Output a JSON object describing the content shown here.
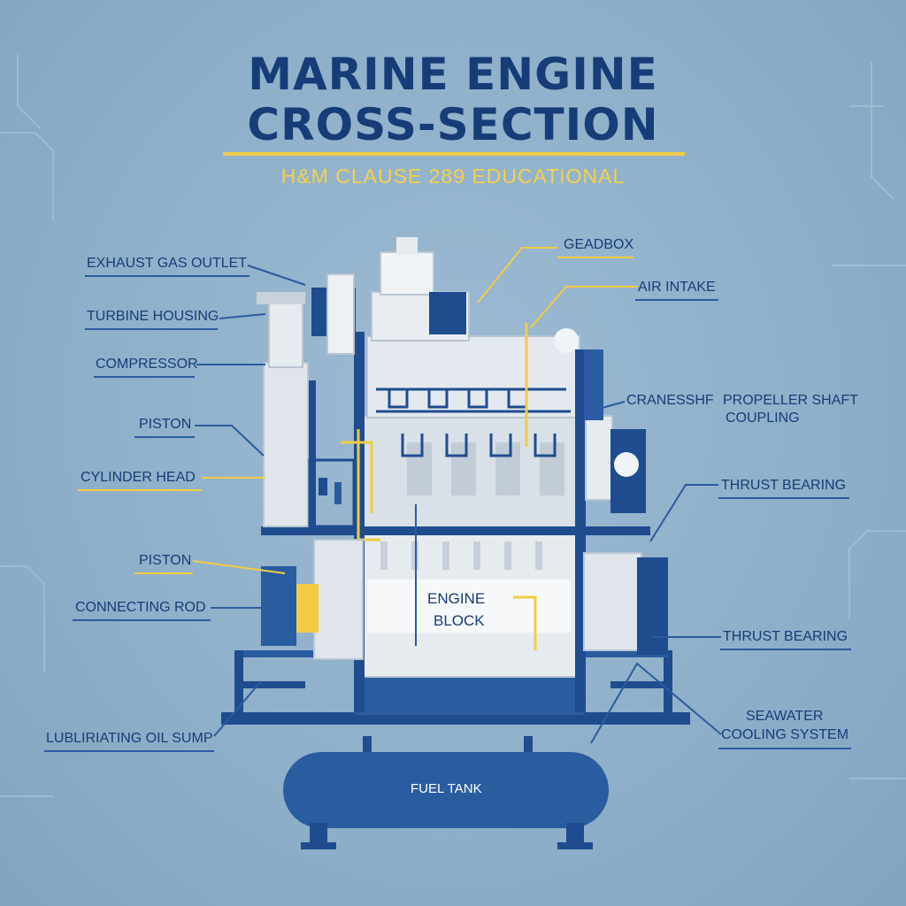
{
  "title": {
    "line1": "MARINE ENGINE",
    "line2": "CROSS-SECTION",
    "subtitle": "H&M CLAUSE 289 EDUCATIONAL"
  },
  "labels": {
    "exhaust_gas_outlet": "EXHAUST GAS OUTLET",
    "turbine_housing": "TURBINE HOUSING",
    "compressor": "COMPRESSOR",
    "piston_upper": "PISTON",
    "cylinder_head": "CYLINDER HEAD",
    "piston_lower": "PISTON",
    "connecting_rod": "CONNECTING ROD",
    "lubricating_oil_sump": "LUBLIRIATING OIL SUMP",
    "gearbox": "GEADBOX",
    "air_intake": "AIR INTAKE",
    "crankshaft": "CRANESSHF",
    "propeller_shaft_coupling_1": "PROPELLER SHAFT",
    "propeller_shaft_coupling_2": "COUPLING",
    "thrust_bearing_upper": "THRUST BEARING",
    "thrust_bearing_lower": "THRUST BEARING",
    "seawater_cooling_1": "SEAWATER",
    "seawater_cooling_2": "COOLING SYSTEM",
    "engine_block_1": "ENGINE",
    "engine_block_2": "BLOCK",
    "fuel_tank": "FUEL TANK"
  },
  "colors": {
    "background": "#8fb0ca",
    "navy": "#163d78",
    "accent_blue": "#2a5ca0",
    "gold": "#f1cc43",
    "engine_grey": "#dde3ea"
  }
}
